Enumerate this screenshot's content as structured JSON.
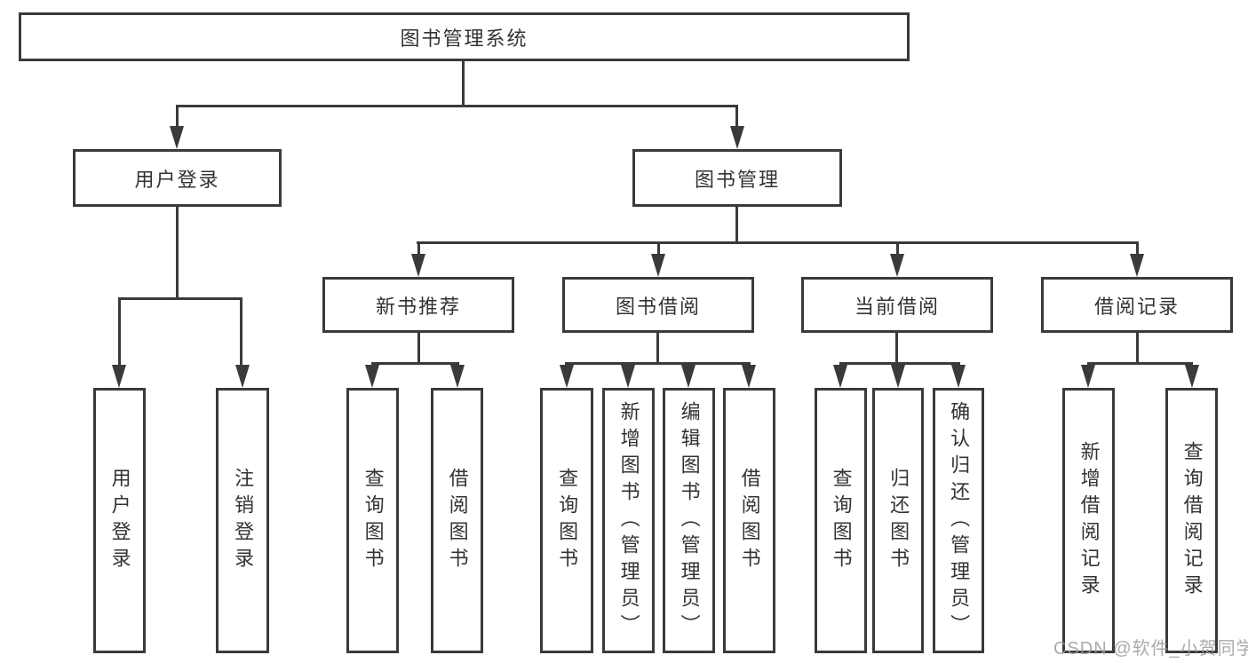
{
  "diagram": {
    "root_label": "图书管理系统",
    "branches": [
      {
        "label": "用户登录",
        "children": [
          "用户登录",
          "注销登录"
        ]
      },
      {
        "label": "图书管理"
      }
    ],
    "modules": [
      {
        "label": "新书推荐",
        "children": [
          "查询图书",
          "借阅图书"
        ]
      },
      {
        "label": "图书借阅",
        "children": [
          "查询图书",
          "新增图书（管理员）",
          "编辑图书（管理员）",
          "借阅图书"
        ]
      },
      {
        "label": "当前借阅",
        "children": [
          "查询图书",
          "归还图书",
          "确认归还（管理员）"
        ]
      },
      {
        "label": "借阅记录",
        "children": [
          "新增借阅记录",
          "查询借阅记录"
        ]
      }
    ],
    "watermark": "CSDN @软件_小贺同学",
    "colors": {
      "line": "#3a3a3a",
      "text": "#333333",
      "watermark": "#9c9c9c",
      "background": "#ffffff"
    }
  }
}
